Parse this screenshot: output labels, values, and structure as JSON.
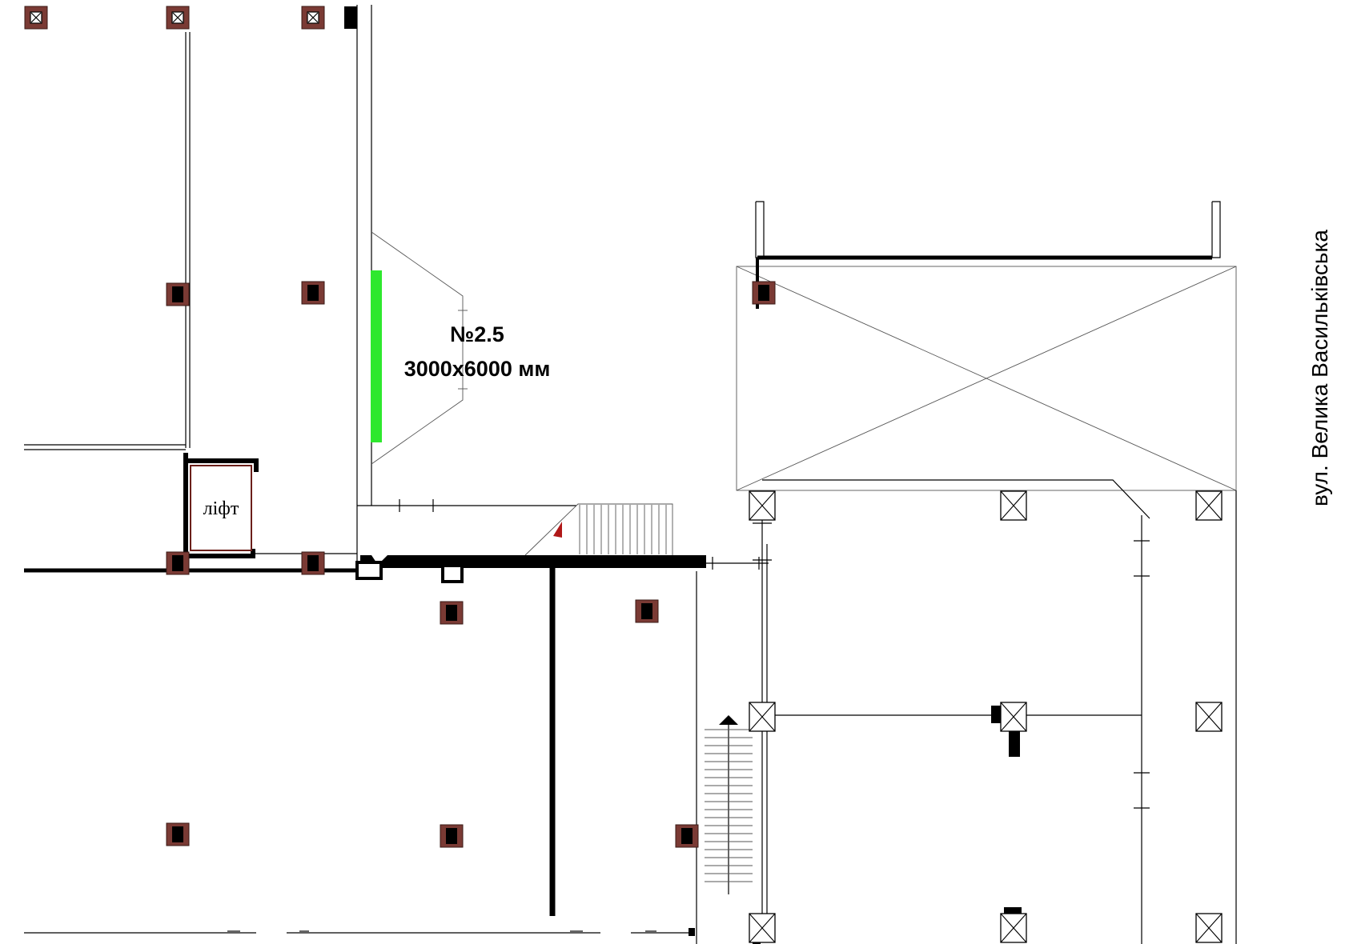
{
  "labels": {
    "billboard_number": "№2.5",
    "billboard_size": "3000х6000 мм",
    "lift": "ліфт",
    "street": "вул. Велика Васильківська"
  },
  "colors": {
    "background": "#ffffff",
    "lines": "#000000",
    "billboard_marker": "#2ee82e",
    "column_fill": "#7a3a34",
    "lift_outline": "#6b1f1a",
    "stair_arrow": "#b01818"
  },
  "icons": {
    "structural_column": "column-square-icon",
    "crossed_box": "crossed-box-icon",
    "stair_arrow": "triangle-arrow-icon"
  }
}
